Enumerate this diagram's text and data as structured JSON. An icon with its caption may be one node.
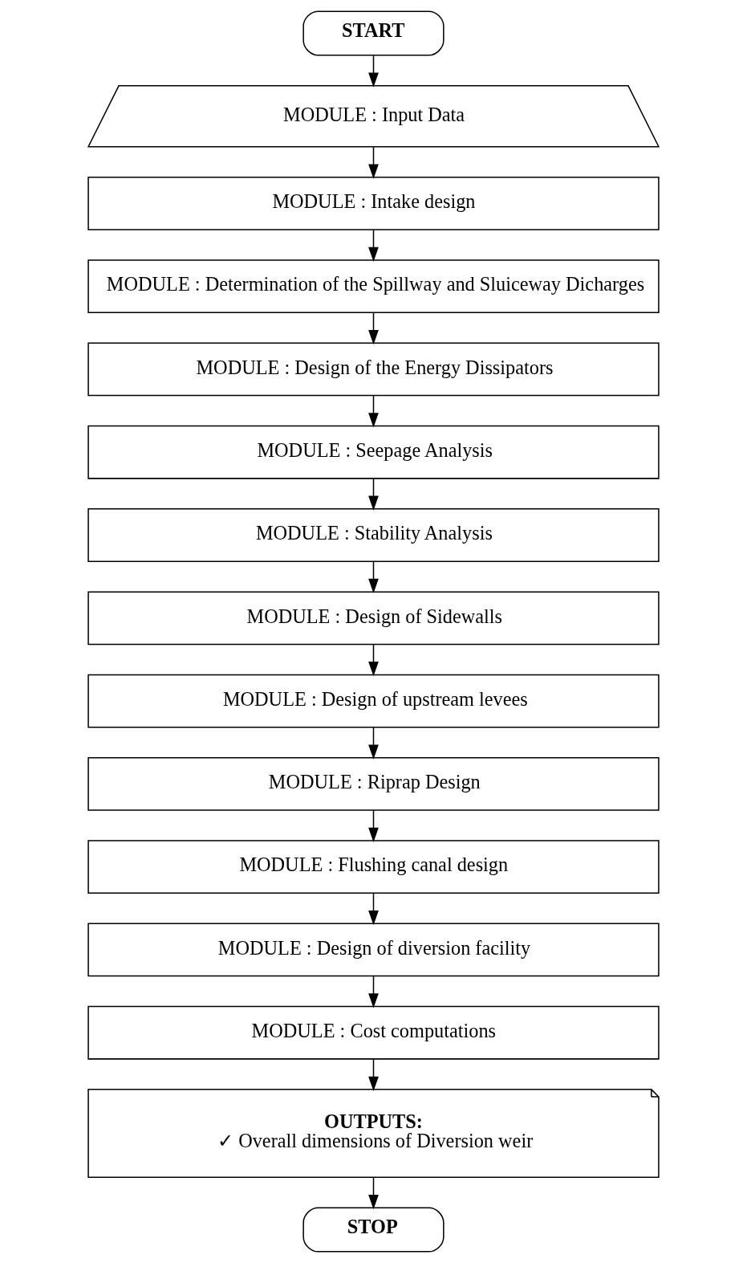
{
  "diagram": {
    "nodes": [
      {
        "text": [
          "START"
        ]
      },
      {
        "text": [
          "MODULE : Input Data"
        ]
      },
      {
        "text": [
          "MODULE : Intake design"
        ]
      },
      {
        "text": [
          "MODULE : Determination of the Spillway and Sluiceway Dicharges"
        ]
      },
      {
        "text": [
          "MODULE : Design of the Energy Dissipators"
        ]
      },
      {
        "text": [
          "MODULE : Seepage Analysis"
        ]
      },
      {
        "text": [
          "MODULE : Stability Analysis"
        ]
      },
      {
        "text": [
          "MODULE : Design of Sidewalls"
        ]
      },
      {
        "text": [
          "MODULE : Design of upstream levees"
        ]
      },
      {
        "text": [
          "MODULE : Riprap Design"
        ]
      },
      {
        "text": [
          "MODULE : Flushing canal design"
        ]
      },
      {
        "text": [
          "MODULE : Design of diversion facility"
        ]
      },
      {
        "text": [
          "MODULE : Cost computations"
        ]
      },
      {
        "text": [
          "OUTPUTS:",
          "✓ Overall dimensions of Diversion weir"
        ]
      },
      {
        "text": [
          "STOP"
        ]
      }
    ],
    "edges": [
      {
        "from": 0,
        "to": 1,
        "arrow": "to"
      },
      {
        "from": 1,
        "to": 2,
        "arrow": "to"
      },
      {
        "from": 2,
        "to": 3,
        "arrow": "to"
      },
      {
        "from": 3,
        "to": 4,
        "arrow": "to"
      },
      {
        "from": 4,
        "to": 5,
        "arrow": "to"
      },
      {
        "from": 5,
        "to": 6,
        "arrow": "to"
      },
      {
        "from": 6,
        "to": 7,
        "arrow": "to"
      },
      {
        "from": 7,
        "to": 8,
        "arrow": "to"
      },
      {
        "from": 8,
        "to": 9,
        "arrow": "to"
      },
      {
        "from": 9,
        "to": 10,
        "arrow": "to"
      },
      {
        "from": 10,
        "to": 11,
        "arrow": "to"
      },
      {
        "from": 11,
        "to": 12,
        "arrow": "to"
      },
      {
        "from": 12,
        "to": 13,
        "arrow": "to"
      },
      {
        "from": 13,
        "to": 14,
        "arrow": "to"
      }
    ]
  }
}
